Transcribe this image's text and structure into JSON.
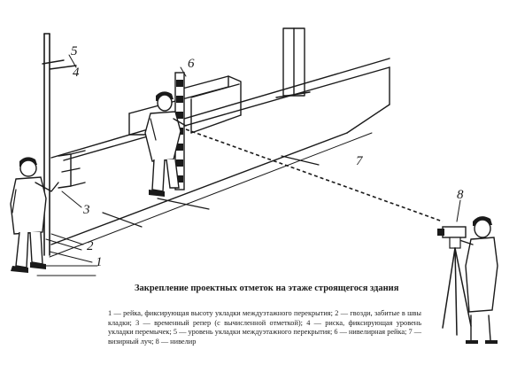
{
  "caption": {
    "title": "Закрепление проектных отметок на этаже строящегося здания",
    "legend": "1 — рейка, фиксирующая высоту укладки междуэтажного перекрытия; 2 — гвозди, забитые в швы кладки; 3 — временный репер (с вычисленной отметкой); 4 — риска, фиксирующая уровень укладки перемычек; 5 — уровень укладки междуэтажного перекрытия; 6 — нивелирная рейка; 7 — визирный луч; 8 — нивелир"
  },
  "callouts": {
    "n1": "1",
    "n2": "2",
    "n3": "3",
    "n4": "4",
    "n5": "5",
    "n6": "6",
    "n7": "7",
    "n8": "8"
  }
}
